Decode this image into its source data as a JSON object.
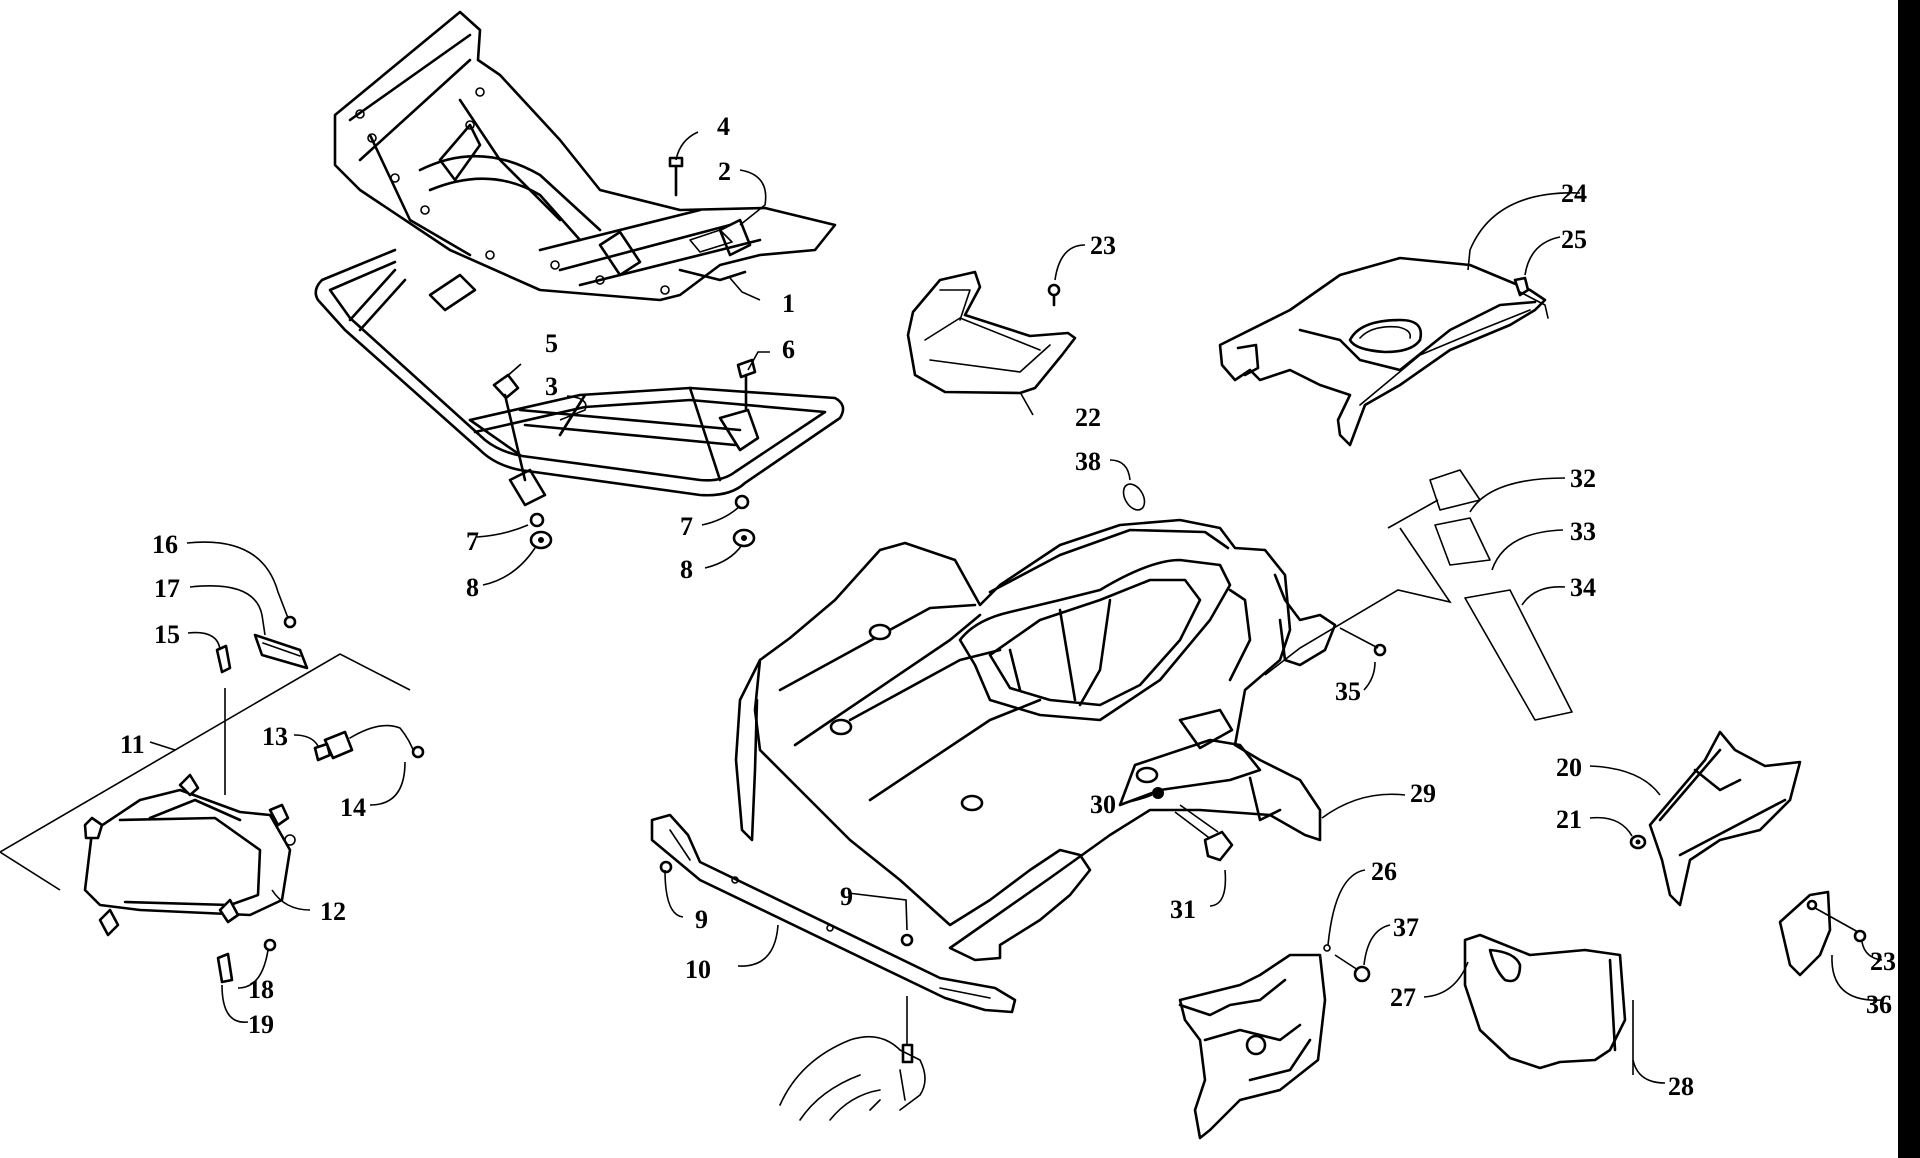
{
  "callouts": [
    {
      "id": "c1",
      "text": "1"
    },
    {
      "id": "c2",
      "text": "2"
    },
    {
      "id": "c3",
      "text": "3"
    },
    {
      "id": "c4",
      "text": "4"
    },
    {
      "id": "c5",
      "text": "5"
    },
    {
      "id": "c6",
      "text": "6"
    },
    {
      "id": "c7a",
      "text": "7"
    },
    {
      "id": "c7b",
      "text": "7"
    },
    {
      "id": "c8a",
      "text": "8"
    },
    {
      "id": "c8b",
      "text": "8"
    },
    {
      "id": "c9a",
      "text": "9"
    },
    {
      "id": "c9b",
      "text": "9"
    },
    {
      "id": "c10",
      "text": "10"
    },
    {
      "id": "c11",
      "text": "11"
    },
    {
      "id": "c12",
      "text": "12"
    },
    {
      "id": "c13",
      "text": "13"
    },
    {
      "id": "c14",
      "text": "14"
    },
    {
      "id": "c15",
      "text": "15"
    },
    {
      "id": "c16",
      "text": "16"
    },
    {
      "id": "c17",
      "text": "17"
    },
    {
      "id": "c18",
      "text": "18"
    },
    {
      "id": "c19",
      "text": "19"
    },
    {
      "id": "c20",
      "text": "20"
    },
    {
      "id": "c21",
      "text": "21"
    },
    {
      "id": "c22",
      "text": "22"
    },
    {
      "id": "c23a",
      "text": "23"
    },
    {
      "id": "c23b",
      "text": "23"
    },
    {
      "id": "c24",
      "text": "24"
    },
    {
      "id": "c25",
      "text": "25"
    },
    {
      "id": "c26",
      "text": "26"
    },
    {
      "id": "c27",
      "text": "27"
    },
    {
      "id": "c28",
      "text": "28"
    },
    {
      "id": "c29",
      "text": "29"
    },
    {
      "id": "c30",
      "text": "30"
    },
    {
      "id": "c31",
      "text": "31"
    },
    {
      "id": "c32",
      "text": "32"
    },
    {
      "id": "c33",
      "text": "33"
    },
    {
      "id": "c34",
      "text": "34"
    },
    {
      "id": "c35",
      "text": "35"
    },
    {
      "id": "c36",
      "text": "36"
    },
    {
      "id": "c37",
      "text": "37"
    },
    {
      "id": "c38",
      "text": "38"
    }
  ]
}
